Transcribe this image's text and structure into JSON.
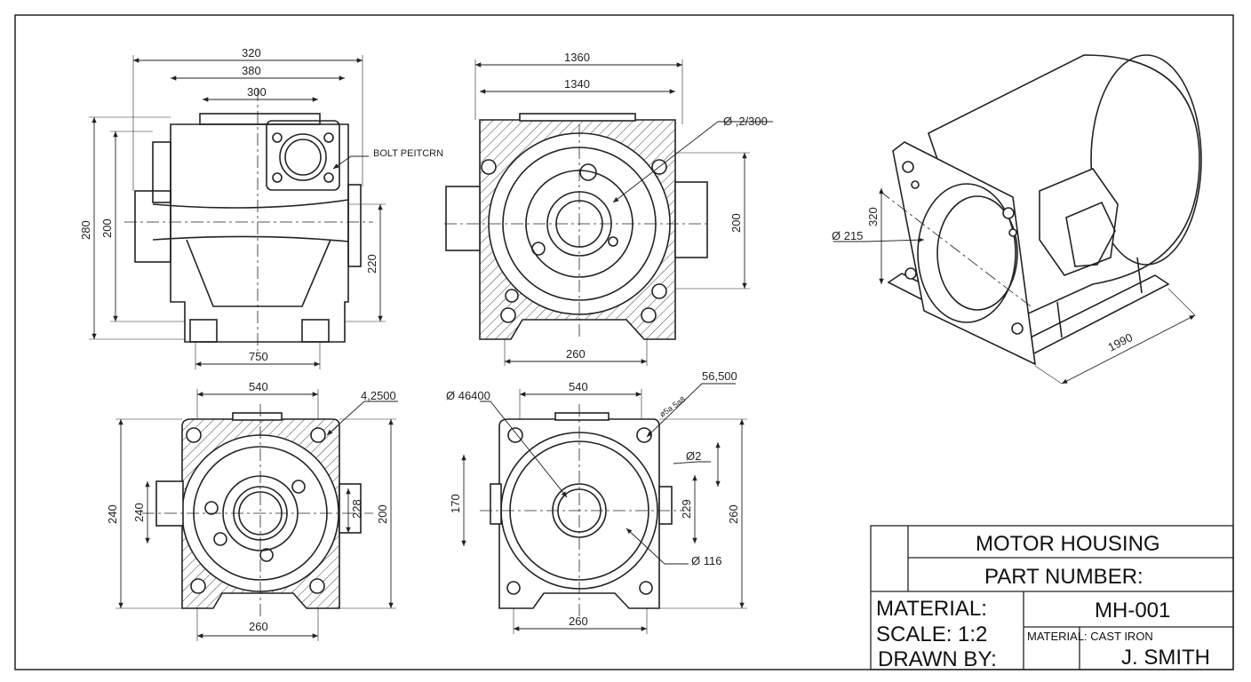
{
  "front_view": {
    "dim_top_1": "320",
    "dim_top_2": "380",
    "dim_top_3": "300",
    "dim_left_outer": "280",
    "dim_left_inner": "200",
    "dim_right": "220",
    "dim_bottom": "750",
    "note_bolt": "BOLT PEITCRN"
  },
  "section_view": {
    "dim_top_1": "1360",
    "dim_top_2": "1340",
    "dim_right": "200",
    "dim_bottom": "260",
    "note_dia": "Ø ,2/300"
  },
  "bottom_left_view": {
    "dim_top": "540",
    "note_top_right": "4,2500",
    "dim_left_outer": "240",
    "dim_left_inner": "240",
    "dim_right_inner": "228",
    "dim_right_outer": "200",
    "dim_bottom": "260"
  },
  "bottom_mid_view": {
    "dim_top": "540",
    "note_dia_top": "Ø 46400",
    "note_top_right": "56,500",
    "note_diag_small": "ø5a 5a8",
    "note_phi2": "Ø2",
    "dim_left": "170",
    "dim_right_inner": "229",
    "dim_right_outer": "260",
    "note_phi116": "Ø 116",
    "dim_bottom": "260"
  },
  "iso_view": {
    "note_dia": "Ø 215",
    "dim_vert": "320",
    "dim_length": "1990"
  },
  "title_block": {
    "title": "MOTOR HOUSING",
    "part_label": "PART NUMBER:",
    "part_value": "MH-001",
    "material_label": "MATERIAL:",
    "scale_label": "SCALE:  1:2",
    "drawn_label": "DRAWN BY:",
    "material_small": "MATERIAL:  CAST IRON",
    "drawn_value": "J. SMITH"
  }
}
